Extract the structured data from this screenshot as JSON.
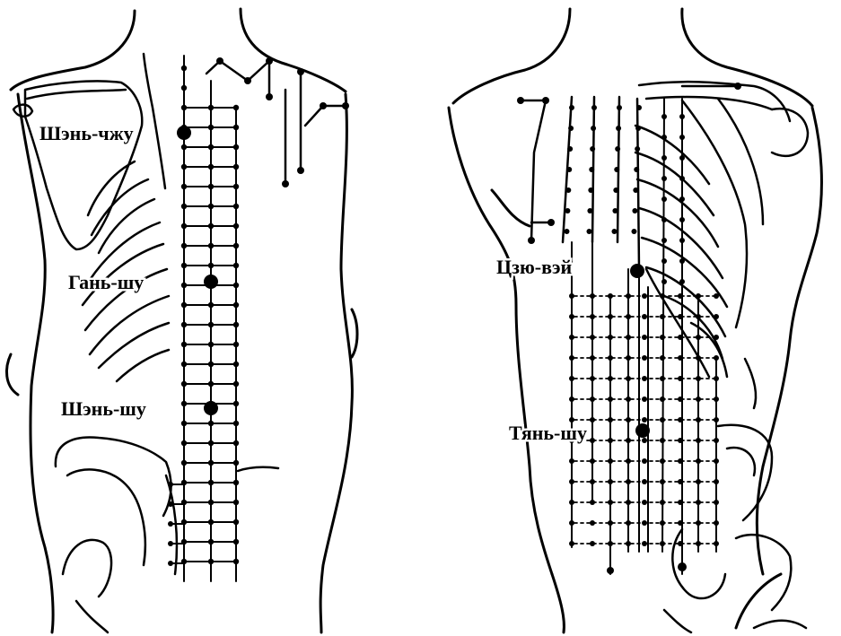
{
  "labels": {
    "shen_chzhu": "Шэнь-чжу",
    "gan_shu": "Гань-шу",
    "shen_shu": "Шэнь-шу",
    "tszyu_vei": "Цзю-вэй",
    "tyan_shu": "Тянь-шу"
  }
}
